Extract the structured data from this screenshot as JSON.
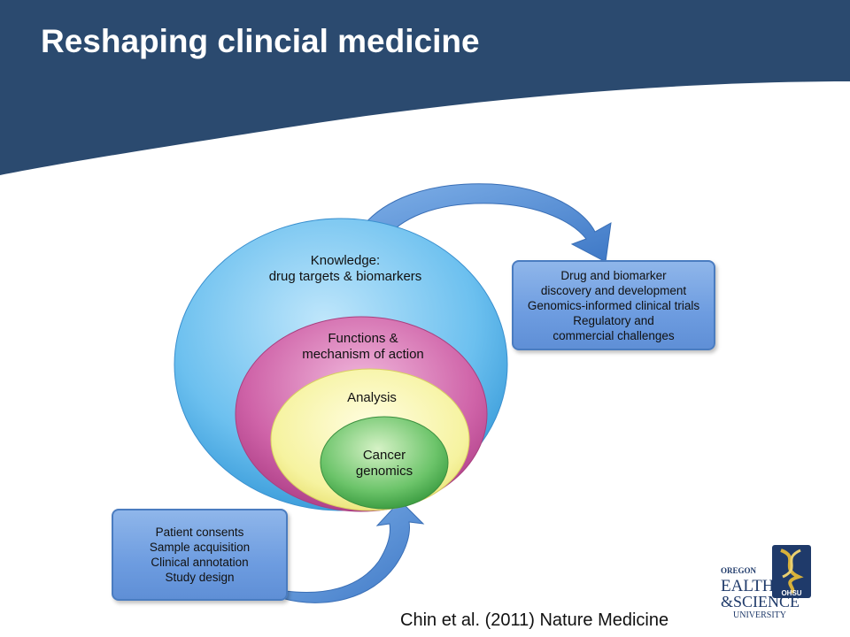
{
  "slide": {
    "title": "Reshaping clincial medicine",
    "citation": "Chin et al. (2011) Nature Medicine"
  },
  "diagram": {
    "circles": [
      {
        "lines": [
          "Knowledge:",
          "drug targets & biomarkers"
        ],
        "color": "#5fb3e8"
      },
      {
        "lines": [
          "Functions &",
          "mechanism of action"
        ],
        "color": "#c4559b"
      },
      {
        "lines": [
          "Analysis"
        ],
        "color": "#f6f3a0"
      },
      {
        "lines": [
          "Cancer",
          "genomics"
        ],
        "color": "#5dbb5e"
      }
    ],
    "output_box": {
      "lines": [
        "Drug and biomarker",
        "discovery and development",
        "Genomics-informed clinical trials",
        "Regulatory and",
        "commercial challenges"
      ]
    },
    "input_box": {
      "lines": [
        "Patient consents",
        "Sample acquisition",
        "Clinical annotation",
        "Study design"
      ]
    }
  },
  "logo": {
    "lines": [
      "OREGON",
      "EALTH",
      "&SCIENCE",
      "UNIVERSITY"
    ],
    "badge": "OHSU",
    "colors": {
      "navy": "#1f3a6a",
      "gold": "#d8b13a"
    }
  },
  "colors": {
    "header_band": "#2b4a6f",
    "arrow": "#4f8ad4",
    "box_border": "#4a7cc0"
  }
}
